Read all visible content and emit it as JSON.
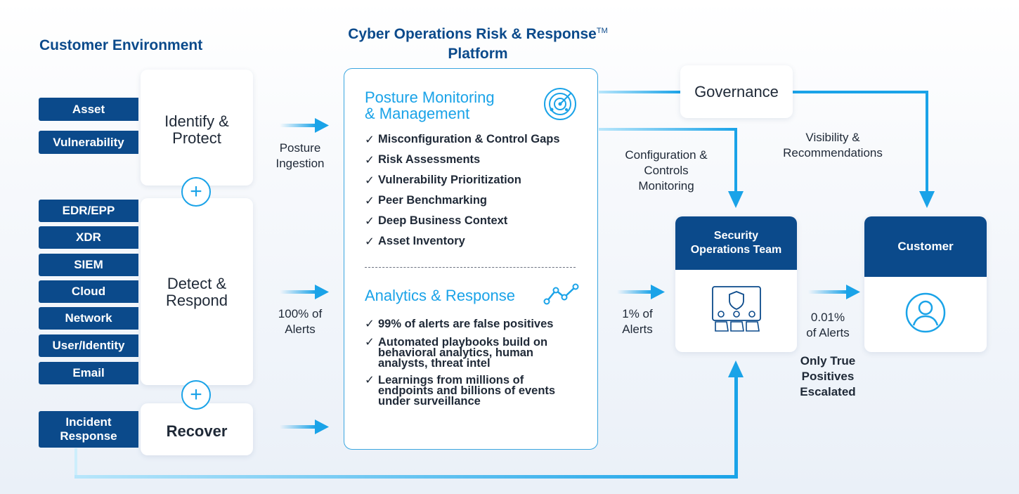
{
  "headings": {
    "customer_environment": "Customer Environment",
    "platform_line1": "Cyber Operations Risk & Response",
    "platform_tm": "TM",
    "platform_line2": "Platform"
  },
  "environment": {
    "identify_protect": {
      "line1": "Identify &",
      "line2": "Protect",
      "tags": [
        "Asset",
        "Vulnerability"
      ]
    },
    "detect_respond": {
      "line1": "Detect &",
      "line2": "Respond",
      "tags": [
        "EDR/EPP",
        "XDR",
        "SIEM",
        "Cloud",
        "Network",
        "User/Identity",
        "Email"
      ]
    },
    "recover": {
      "label": "Recover",
      "tags": [
        "Incident\nResponse"
      ]
    },
    "plus_symbol": "+"
  },
  "flows": {
    "posture_ingestion": "Posture\nIngestion",
    "alerts_100": "100% of\nAlerts",
    "alerts_1": "1% of\nAlerts",
    "alerts_001": "0.01%\nof Alerts",
    "true_positives": "Only True\nPositives\nEscalated",
    "config_controls": "Configuration &\nControls\nMonitoring",
    "visibility": "Visibility &\nRecommendations"
  },
  "platform": {
    "posture": {
      "title": "Posture Monitoring\n& Management",
      "items": [
        "Misconfiguration & Control Gaps",
        "Risk Assessments",
        "Vulnerability Prioritization",
        "Peer Benchmarking",
        "Deep Business Context",
        "Asset Inventory"
      ]
    },
    "analytics": {
      "title": "Analytics & Response",
      "items": [
        "99% of alerts are false positives",
        "Automated playbooks build on\nbehavioral analytics, human\nanalysts, threat intel",
        "Learnings from millions of\nendpoints and billions of events\nunder surveillance"
      ]
    }
  },
  "governance": "Governance",
  "soc": {
    "title": "Security\nOperations Team"
  },
  "customer": {
    "title": "Customer"
  },
  "colors": {
    "navy": "#0b4a8b",
    "accent": "#1aa3e8",
    "text": "#1f2937"
  },
  "icons": {
    "radar": "radar-icon",
    "analytics": "analytics-trend-icon",
    "soc": "soc-monitor-icon",
    "customer": "user-circle-icon"
  }
}
